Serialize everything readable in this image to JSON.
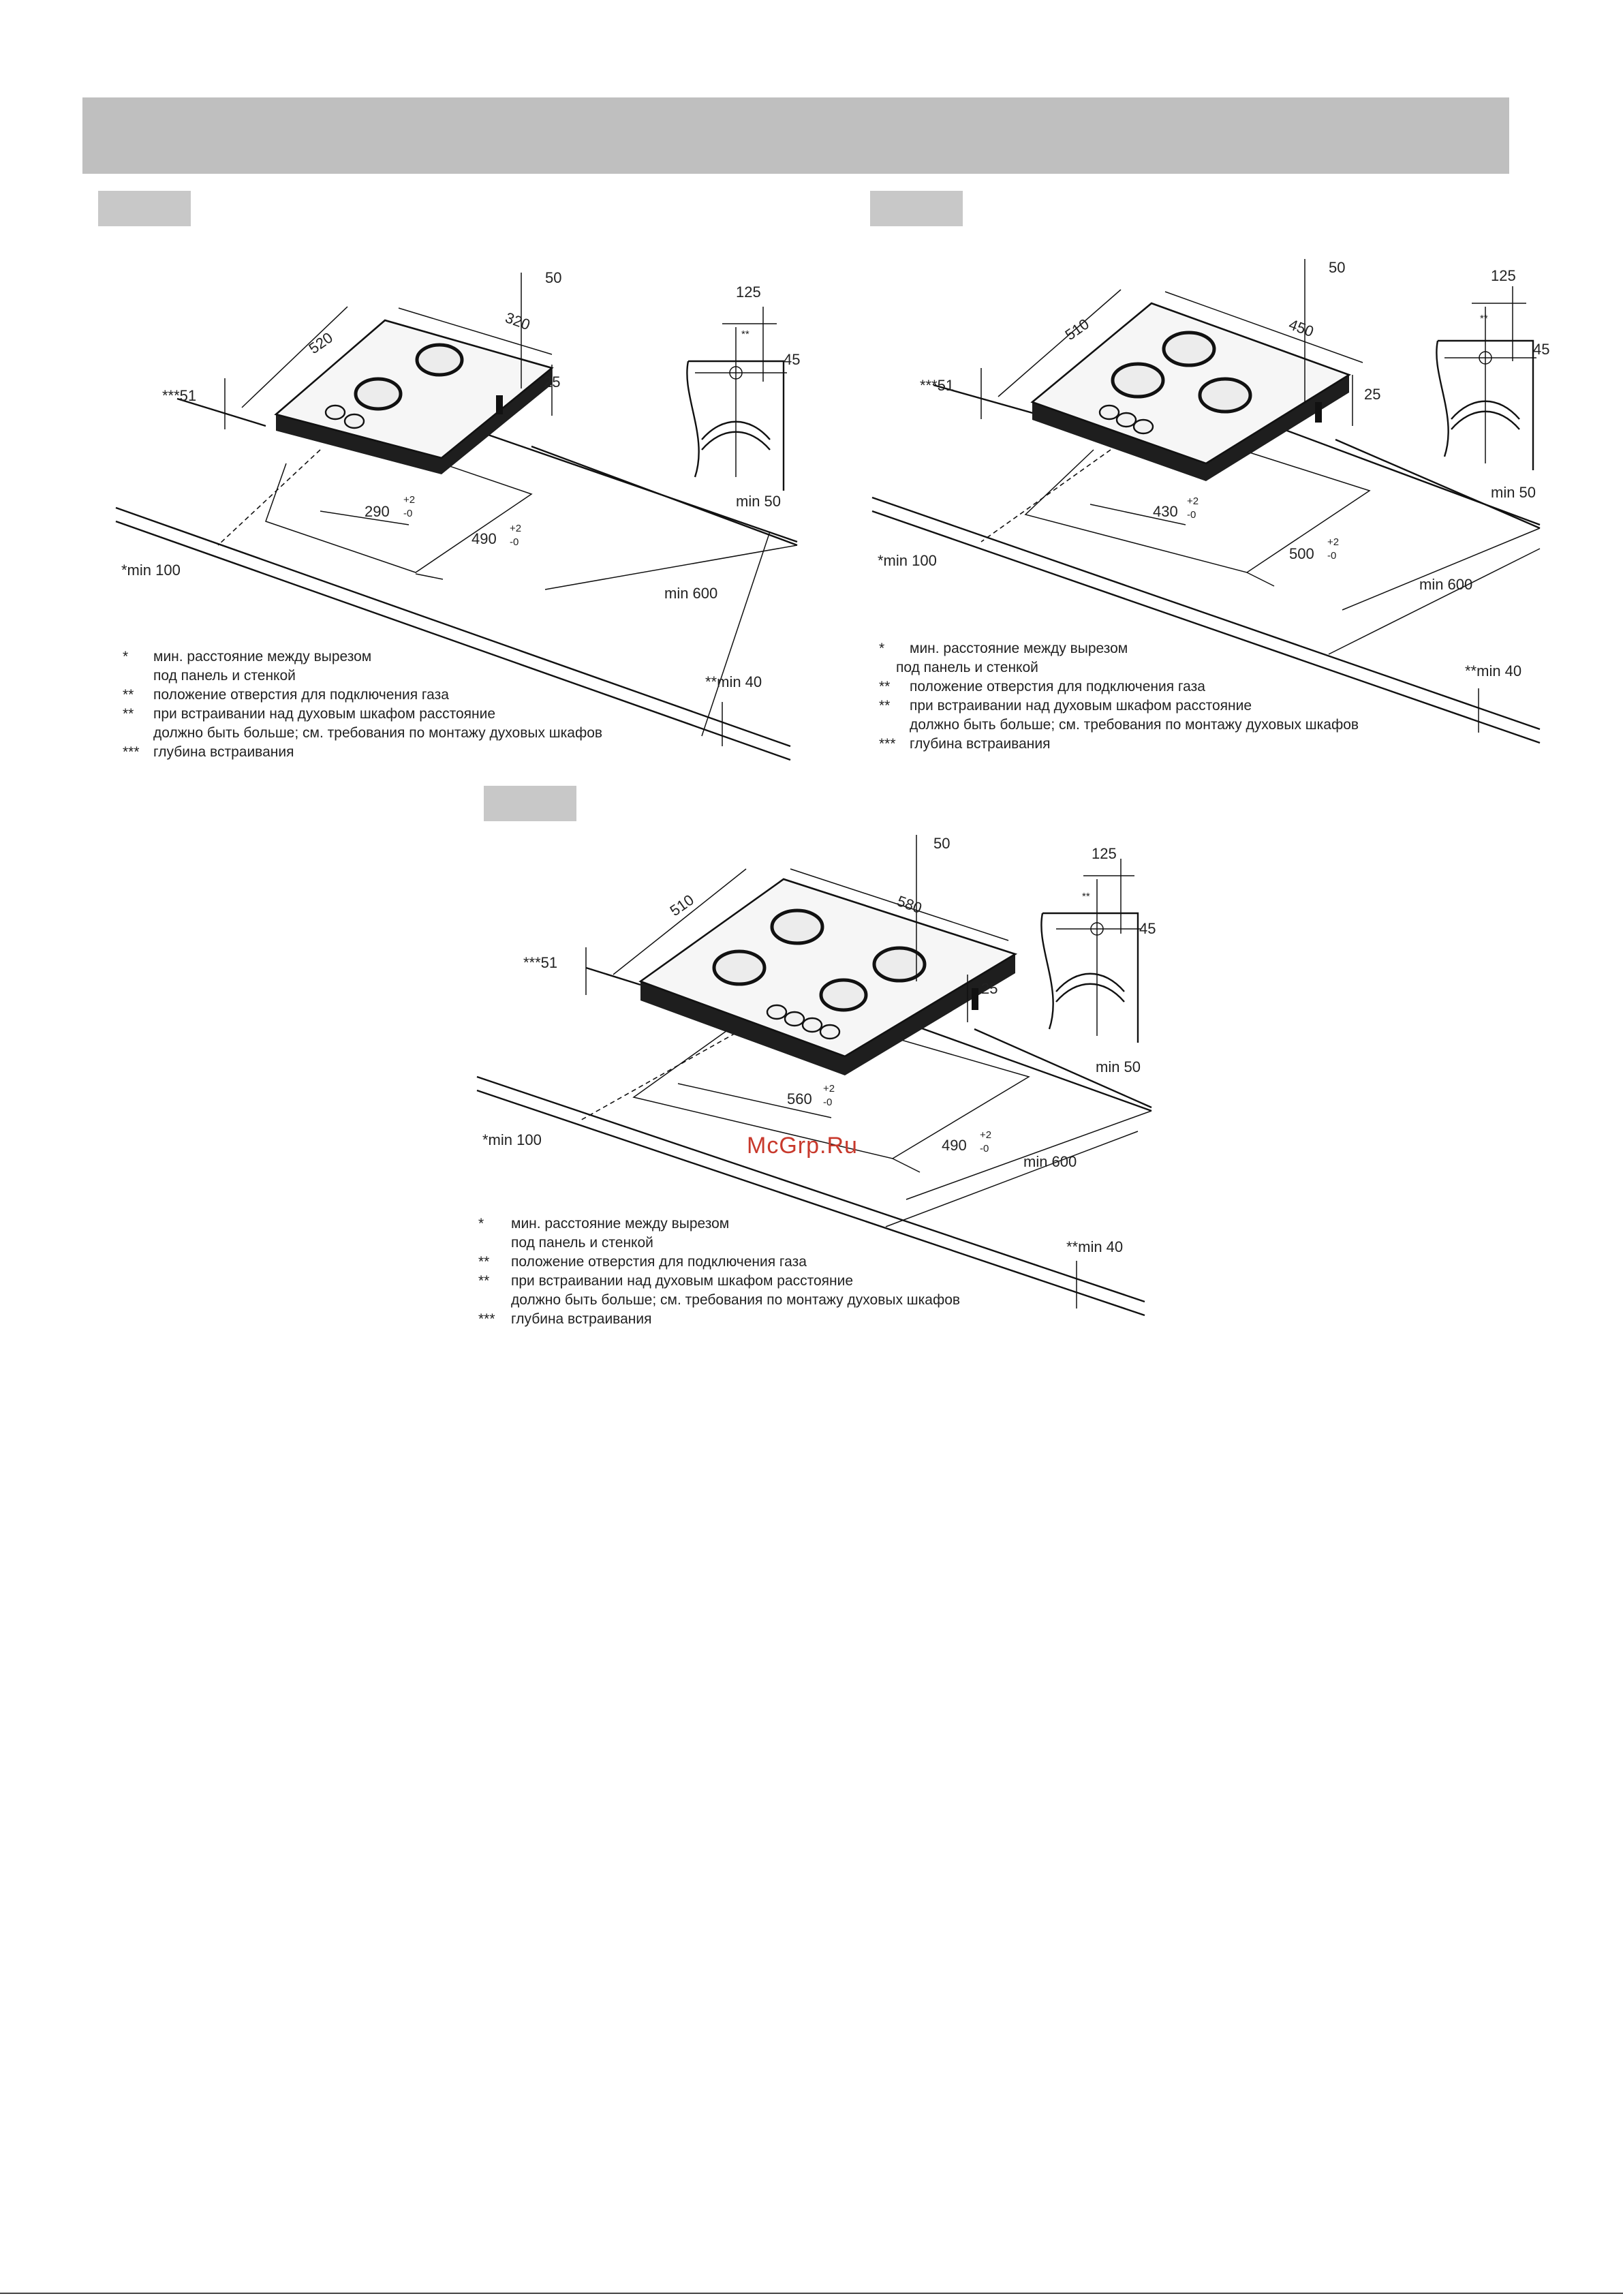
{
  "watermark": "McGrp.Ru",
  "diagrams": [
    {
      "dims": {
        "width": "520",
        "depth": "320",
        "back_gap": "50",
        "height_top": "25",
        "depth_mark": "***51",
        "cut_w": "290",
        "cut_d": "490",
        "tol_plus": "+2",
        "tol_minus": "-0",
        "wall_min": "min 50",
        "front_min": "min 600",
        "side_min": "*min 100",
        "below_min": "**min 40",
        "gas_a": "125",
        "gas_b": "45",
        "gas_c": "**"
      },
      "notes": [
        {
          "mark": "*",
          "text": "мин. расстояние между вырезом"
        },
        {
          "mark": "",
          "text": "под панель и стенкой"
        },
        {
          "mark": "**",
          "text": "положение отверстия для подключения газа"
        },
        {
          "mark": "**",
          "text": "при встраивании над духовым шкафом расстояние"
        },
        {
          "mark": "",
          "text": "должно быть больше; см. требования по монтажу духовых шкафов"
        },
        {
          "mark": "***",
          "text": "глубина встраивания"
        }
      ]
    },
    {
      "dims": {
        "width": "510",
        "depth": "450",
        "back_gap": "50",
        "height_top": "25",
        "depth_mark": "***51",
        "cut_w": "430",
        "cut_d": "500",
        "tol_plus": "+2",
        "tol_minus": "-0",
        "wall_min": "min 50",
        "front_min": "min 600",
        "side_min": "*min 100",
        "below_min": "**min 40",
        "gas_a": "125",
        "gas_b": "45",
        "gas_c": "**"
      },
      "notes": [
        {
          "mark": "*",
          "text": "мин. расстояние между вырезом"
        },
        {
          "mark": "",
          "text": "под панель и стенкой"
        },
        {
          "mark": "**",
          "text": "положение отверстия для подключения газа"
        },
        {
          "mark": "**",
          "text": "при встраивании над духовым шкафом расстояние"
        },
        {
          "mark": "",
          "text": "должно быть больше; см. требования по монтажу духовых шкафов"
        },
        {
          "mark": "***",
          "text": "глубина встраивания"
        }
      ]
    },
    {
      "dims": {
        "width": "510",
        "depth": "580",
        "back_gap": "50",
        "height_top": "25",
        "depth_mark": "***51",
        "cut_w": "560",
        "cut_d": "490",
        "tol_plus": "+2",
        "tol_minus": "-0",
        "wall_min": "min 50",
        "front_min": "min 600",
        "side_min": "*min 100",
        "below_min": "**min 40",
        "gas_a": "125",
        "gas_b": "45",
        "gas_c": "**"
      },
      "notes": [
        {
          "mark": "*",
          "text": "мин. расстояние между вырезом"
        },
        {
          "mark": "",
          "text": "под панель и стенкой"
        },
        {
          "mark": "**",
          "text": "положение отверстия для подключения газа"
        },
        {
          "mark": "**",
          "text": "при встраивании над духовым шкафом расстояние"
        },
        {
          "mark": "",
          "text": "должно быть больше; см. требования по монтажу духовых шкафов"
        },
        {
          "mark": "***",
          "text": "глубина встраивания"
        }
      ]
    }
  ]
}
